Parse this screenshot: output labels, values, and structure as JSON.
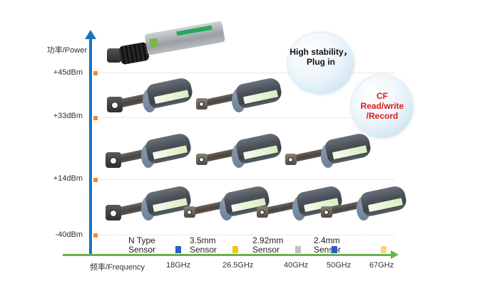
{
  "y_axis": {
    "title": "功率/Power",
    "ticks": [
      "+45dBm",
      "+33dBm",
      "+14dBm",
      "-40dBm"
    ],
    "color": "#1a73c8"
  },
  "x_axis": {
    "title": "频率/Frequency",
    "ticks": [
      "18GHz",
      "26.5GHz",
      "40GHz",
      "50GHz",
      "67GHz"
    ],
    "color": "#6ab04c"
  },
  "sensor_types": [
    {
      "line1": "N Type",
      "line2": "Sensor",
      "marker_color": "#2f5fc4"
    },
    {
      "line1": "3.5mm",
      "line2": "Sensor",
      "marker_color": "#f5c518"
    },
    {
      "line1": "2.92mm",
      "line2": "Sensor",
      "marker_color": "#c0c0c4"
    },
    {
      "line1": "2.4mm",
      "line2": "Sensor",
      "marker_color": "#2a5cc0"
    },
    {
      "line1": "",
      "line2": "",
      "marker_color": "#f9d27a"
    }
  ],
  "bubbles": [
    {
      "lines": [
        "High stability，",
        "Plug in"
      ],
      "color": "#111111"
    },
    {
      "lines": [
        "CF",
        "Read/write",
        "/Record"
      ],
      "color": "#e01818"
    }
  ],
  "tick_color": "#f08a30"
}
